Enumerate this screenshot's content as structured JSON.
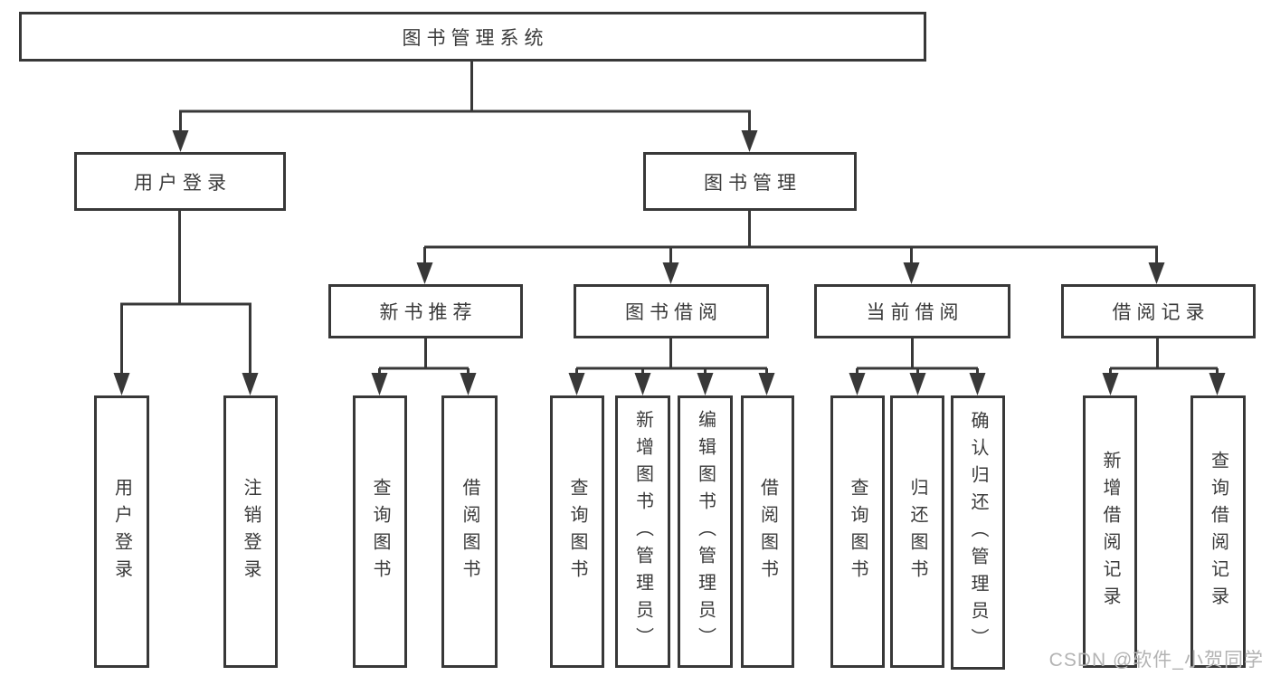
{
  "tree": {
    "root": {
      "label": "图书管理系统",
      "children": [
        {
          "label": "用户登录",
          "children": [
            {
              "label": "用户登录"
            },
            {
              "label": "注销登录"
            }
          ]
        },
        {
          "label": "图书管理",
          "children": [
            {
              "label": "新书推荐",
              "children": [
                {
                  "label": "查询图书"
                },
                {
                  "label": "借阅图书"
                }
              ]
            },
            {
              "label": "图书借阅",
              "children": [
                {
                  "label": "查询图书"
                },
                {
                  "label": "新增图书（管理员）"
                },
                {
                  "label": "编辑图书（管理员）"
                },
                {
                  "label": "借阅图书"
                }
              ]
            },
            {
              "label": "当前借阅",
              "children": [
                {
                  "label": "查询图书"
                },
                {
                  "label": "归还图书"
                },
                {
                  "label": "确认归还（管理员）"
                }
              ]
            },
            {
              "label": "借阅记录",
              "children": [
                {
                  "label": "新增借阅记录"
                },
                {
                  "label": "查询借阅记录"
                }
              ]
            }
          ]
        }
      ]
    }
  },
  "watermark": "CSDN @软件_小贺同学",
  "colors": {
    "line": "#383838",
    "text": "#3a3a3a",
    "box_background": "#ffffff",
    "watermark": "#b3b3b3"
  }
}
